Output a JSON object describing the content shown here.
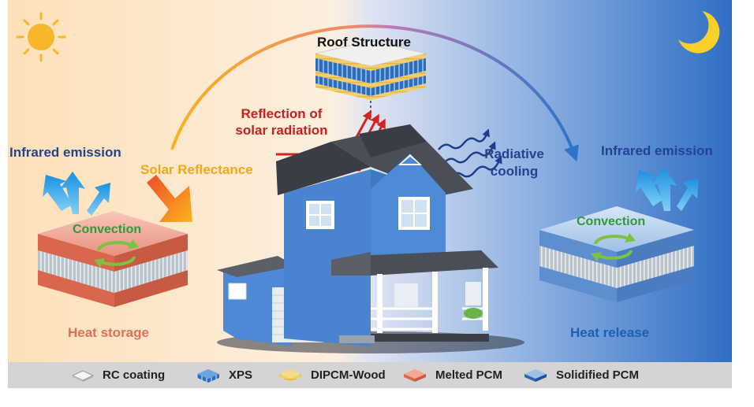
{
  "labels": {
    "roof_structure": "Roof Structure",
    "reflection_line1": "Reflection of",
    "reflection_line2": "solar radiation",
    "radiative_line1": "Radiative",
    "radiative_line2": "cooling",
    "infrared_left": "Infrared emission",
    "infrared_right": "Infrared emission",
    "solar_reflectance": "Solar Reflectance",
    "convection_left": "Convection",
    "convection_right": "Convection",
    "heat_storage": "Heat storage",
    "heat_release": "Heat release"
  },
  "legend": [
    {
      "icon": "rc-coating-swatch",
      "label": "RC coating"
    },
    {
      "icon": "xps-swatch",
      "label": "XPS"
    },
    {
      "icon": "dipcm-wood-swatch",
      "label": "DIPCM-Wood"
    },
    {
      "icon": "melted-pcm-swatch",
      "label": "Melted PCM"
    },
    {
      "icon": "solidified-pcm-swatch",
      "label": "Solidified PCM"
    }
  ],
  "colors": {
    "day_background": "#fde9c9",
    "night_background": "#3f7fcc",
    "reflection_text": "#c8201f",
    "solar_reflectance_text": "#f2a81b",
    "infrared_text": "#22448f",
    "convection_text": "#2e9a3c",
    "heat_storage_text": "#e0705a",
    "heat_release_text": "#1d5fb0",
    "house_wall": "#4a84d0",
    "roof": "#3a3d45"
  },
  "icons": [
    "sun-icon",
    "moon-icon",
    "house-illustration",
    "arc-arrow",
    "cycle-arrows-icon"
  ]
}
